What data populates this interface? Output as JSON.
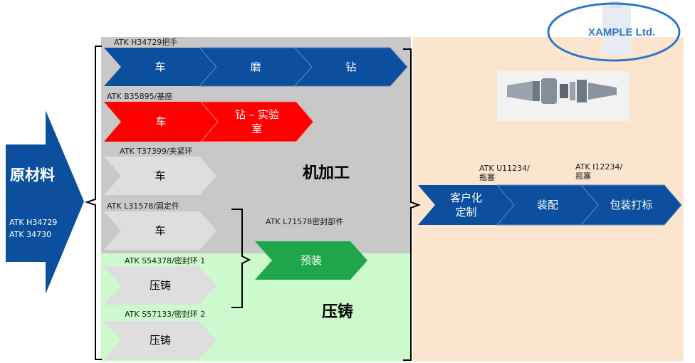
{
  "logo": {
    "text": "XAMPLE Ltd."
  },
  "raw_material": {
    "title": "原材料",
    "line1": "ATK H34729",
    "line2": "ATK 34730"
  },
  "rows": {
    "handle": {
      "label": "ATK H34729把手",
      "steps": [
        "车",
        "磨",
        "钻"
      ]
    },
    "base": {
      "label": "ATK B35895/基座",
      "steps": [
        "车",
        "钻 – 实验\n室"
      ]
    },
    "clamp": {
      "label": "ATK T37399/夹紧环",
      "steps": [
        "车"
      ]
    },
    "fixing": {
      "label": "ATK L31578/固定件",
      "steps": [
        "车"
      ]
    },
    "seal1": {
      "label": "ATK S54378/密封环 1",
      "steps": [
        "压铸"
      ]
    },
    "seal2": {
      "label": "ATK S57133/密封环 2",
      "steps": [
        "压铸"
      ]
    }
  },
  "seal_assembly": {
    "label": "ATK L71578密封部件",
    "step": "预装"
  },
  "sections": {
    "machining": "机加工",
    "casting": "压铸"
  },
  "final": {
    "label_u": "ATK U11234/\n瓶塞",
    "label_i": "ATK I12234/\n瓶塞",
    "steps": [
      "客户化\n定制",
      "装配",
      "包装打标"
    ]
  },
  "colors": {
    "blue": "#0b4f9e",
    "red": "#ff0000",
    "green": "#1fa64a",
    "grey_zone": "#c8c8c8",
    "green_zone": "#ccfacc",
    "orange_zone": "#fbe5cf"
  }
}
